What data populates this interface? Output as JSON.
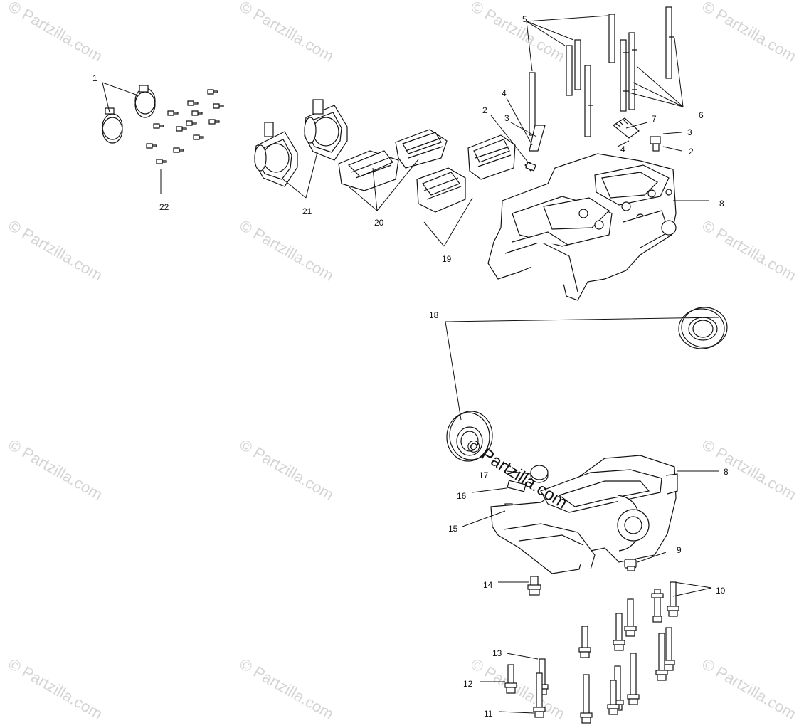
{
  "watermark_text": "© Partzilla.com",
  "callouts": {
    "c1": "1",
    "c2a": "2",
    "c2b": "2",
    "c3a": "3",
    "c3b": "3",
    "c4a": "4",
    "c4b": "4",
    "c5": "5",
    "c6": "6",
    "c7": "7",
    "c8a": "8",
    "c8b": "8",
    "c9": "9",
    "c10": "10",
    "c11": "11",
    "c12": "12",
    "c13": "13",
    "c14": "14",
    "c15": "15",
    "c16": "16",
    "c17": "17",
    "c18": "18",
    "c19": "19",
    "c20": "20",
    "c21": "21",
    "c22": "22"
  }
}
